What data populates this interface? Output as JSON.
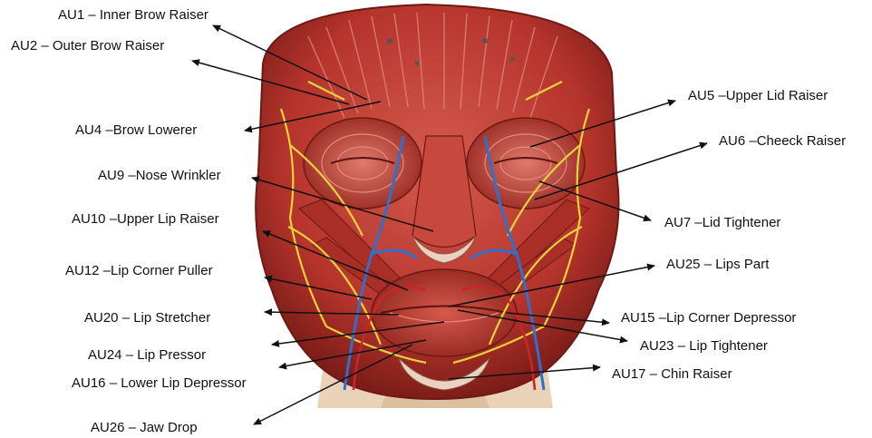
{
  "figure": {
    "illustration": "head-muscle-anatomy",
    "colors": {
      "muscle": "#b5342c",
      "muscle_dark": "#7d1d18",
      "muscle_light": "#d8695c",
      "nerve": "#e6d23a",
      "vein": "#2f6fd0",
      "artery": "#c9262a",
      "skin": "#e9d2b8",
      "arrow": "#111111"
    }
  },
  "labels": [
    {
      "id": "au1",
      "text": "AU1 – Inner Brow Raiser"
    },
    {
      "id": "au2",
      "text": "AU2 – Outer Brow Raiser"
    },
    {
      "id": "au4",
      "text": "AU4 –Brow Lowerer"
    },
    {
      "id": "au9",
      "text": "AU9 –Nose Wrinkler"
    },
    {
      "id": "au10",
      "text": "AU10 –Upper Lip Raiser"
    },
    {
      "id": "au12",
      "text": "AU12 –Lip Corner Puller"
    },
    {
      "id": "au20",
      "text": "AU20 – Lip Stretcher"
    },
    {
      "id": "au24",
      "text": "AU24 – Lip Pressor"
    },
    {
      "id": "au16",
      "text": "AU16 – Lower Lip Depressor"
    },
    {
      "id": "au26",
      "text": "AU26 – Jaw Drop"
    },
    {
      "id": "au5",
      "text": "AU5 –Upper Lid Raiser"
    },
    {
      "id": "au6",
      "text": "AU6 –Cheeck Raiser"
    },
    {
      "id": "au7",
      "text": "AU7 –Lid Tightener"
    },
    {
      "id": "au25",
      "text": "AU25 – Lips Part"
    },
    {
      "id": "au15",
      "text": "AU15 –Lip Corner Depressor"
    },
    {
      "id": "au23",
      "text": "AU23 – Lip Tightener"
    },
    {
      "id": "au17",
      "text": "AU17 – Chin Raiser"
    }
  ]
}
